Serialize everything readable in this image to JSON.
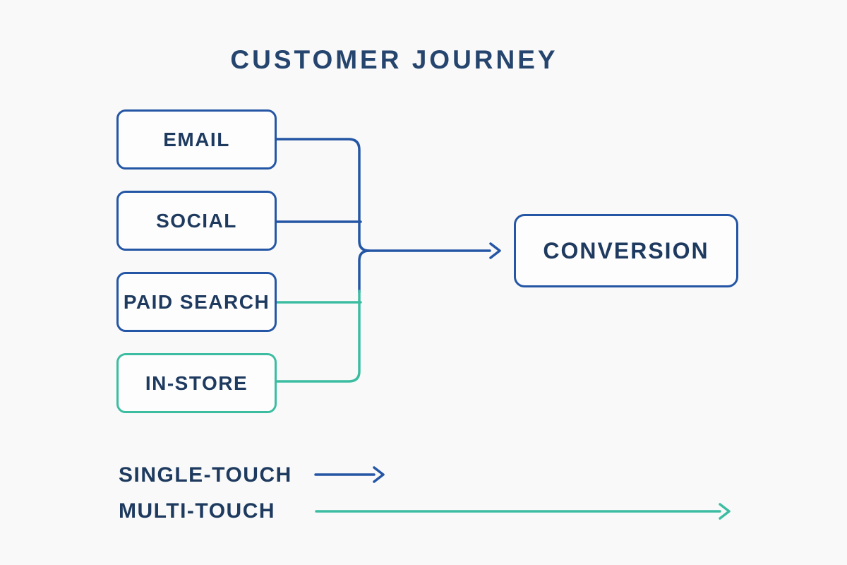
{
  "title": "CUSTOMER JOURNEY",
  "colors": {
    "single_touch_blue": "#2456a5",
    "multi_touch_teal": "#3cbda2",
    "text_navy": "#1e3a5f",
    "title_navy": "#26456e",
    "background": "#f8f9f8",
    "box_fill": "#fdfdfd"
  },
  "channels": [
    {
      "label": "EMAIL",
      "border": "#2456a5",
      "connector": "#2456a5"
    },
    {
      "label": "SOCIAL",
      "border": "#2456a5",
      "connector": "#2456a5"
    },
    {
      "label": "PAID SEARCH",
      "border": "#2456a5",
      "connector": "#3cbda2"
    },
    {
      "label": "IN-STORE",
      "border": "#3cbda2",
      "connector": "#3cbda2"
    }
  ],
  "conversion": {
    "label": "CONVERSION"
  },
  "legend": {
    "items": [
      {
        "label": "SINGLE-TOUCH",
        "color": "#2456a5"
      },
      {
        "label": "MULTI-TOUCH",
        "color": "#3cbda2"
      }
    ]
  }
}
